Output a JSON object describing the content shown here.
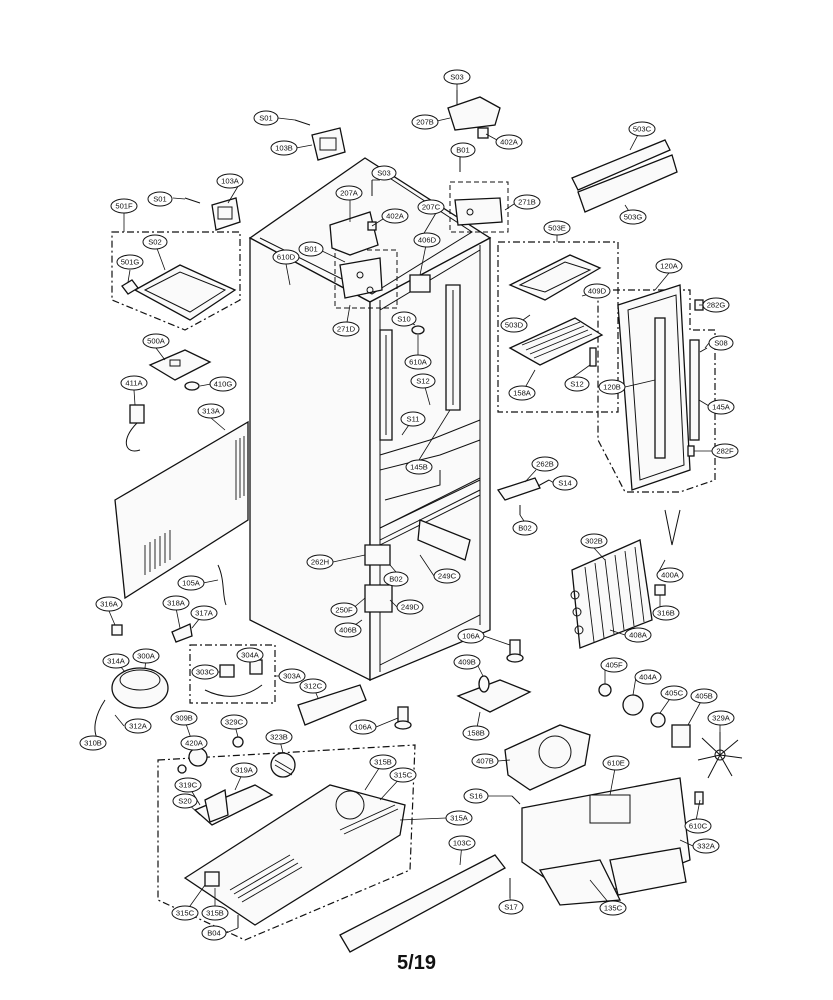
{
  "page_number": "5/19",
  "callouts": {
    "S03_top": "S03",
    "207B": "207B",
    "402A_top": "402A",
    "503C": "503C",
    "503G": "503G",
    "S01_top": "S01",
    "103B": "103B",
    "S03_mid": "S03",
    "B01_top": "B01",
    "271B": "271B",
    "103A": "103A",
    "207A": "207A",
    "207C": "207C",
    "402A_mid": "402A",
    "406D": "406D",
    "S01_left": "S01",
    "501F": "501F",
    "S02": "S02",
    "501G": "501G",
    "B01_mid": "B01",
    "610D": "610D",
    "503E": "503E",
    "120A": "120A",
    "409D": "409D",
    "282G": "282G",
    "271D": "271D",
    "S10": "S10",
    "503D": "503D",
    "500A": "500A",
    "S08": "S08",
    "610A": "610A",
    "411A": "411A",
    "410G": "410G",
    "S12_mid": "S12",
    "158A": "158A",
    "S12_right": "S12",
    "120B": "120B",
    "145A": "145A",
    "313A": "313A",
    "S11": "S11",
    "145B": "145B",
    "282F": "282F",
    "262B": "262B",
    "S14": "S14",
    "B02_right": "B02",
    "302B": "302B",
    "262H": "262H",
    "B02_mid": "B02",
    "249C": "249C",
    "400A": "400A",
    "105A": "105A",
    "316A": "316A",
    "318A": "318A",
    "317A": "317A",
    "250F": "250F",
    "249D": "249D",
    "316B": "316B",
    "406B": "406B",
    "408A": "408A",
    "106A_right": "106A",
    "314A": "314A",
    "300A": "300A",
    "304A": "304A",
    "303C": "303C",
    "303A": "303A",
    "409B": "409B",
    "405F": "405F",
    "404A": "404A",
    "312C": "312C",
    "312A": "312A",
    "310B": "310B",
    "309B": "309B",
    "329C": "329C",
    "106A_mid": "106A",
    "405C": "405C",
    "405B": "405B",
    "158B": "158B",
    "329A": "329A",
    "420A": "420A",
    "323B": "323B",
    "407B": "407B",
    "610E": "610E",
    "315B_top": "315B",
    "319A": "319A",
    "315C_top": "315C",
    "319C": "319C",
    "S20": "S20",
    "S16": "S16",
    "610C": "610C",
    "315A": "315A",
    "103C": "103C",
    "332A": "332A",
    "315C_bottom": "315C",
    "315B_bottom": "315B",
    "S17": "S17",
    "135C": "135C",
    "B04": "B04"
  }
}
